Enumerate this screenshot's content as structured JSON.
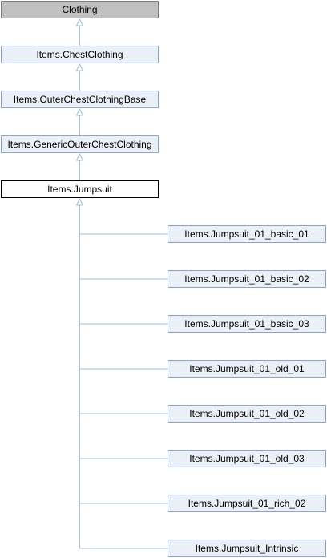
{
  "diagram": {
    "ancestors": [
      {
        "id": "clothing",
        "label": "Clothing",
        "kind": "root"
      },
      {
        "id": "chest",
        "label": "Items.ChestClothing",
        "kind": "link"
      },
      {
        "id": "outer",
        "label": "Items.OuterChestClothingBase",
        "kind": "link"
      },
      {
        "id": "generic",
        "label": "Items.GenericOuterChestClothing",
        "kind": "link"
      }
    ],
    "current": {
      "id": "jumpsuit",
      "label": "Items.Jumpsuit"
    },
    "children": [
      {
        "id": "basic01",
        "label": "Items.Jumpsuit_01_basic_01"
      },
      {
        "id": "basic02",
        "label": "Items.Jumpsuit_01_basic_02"
      },
      {
        "id": "basic03",
        "label": "Items.Jumpsuit_01_basic_03"
      },
      {
        "id": "old01",
        "label": "Items.Jumpsuit_01_old_01"
      },
      {
        "id": "old02",
        "label": "Items.Jumpsuit_01_old_02"
      },
      {
        "id": "old03",
        "label": "Items.Jumpsuit_01_old_03"
      },
      {
        "id": "rich02",
        "label": "Items.Jumpsuit_01_rich_02"
      },
      {
        "id": "intrinsic",
        "label": "Items.Jumpsuit_Intrinsic"
      }
    ],
    "edge_color": "#9fbfd7"
  }
}
